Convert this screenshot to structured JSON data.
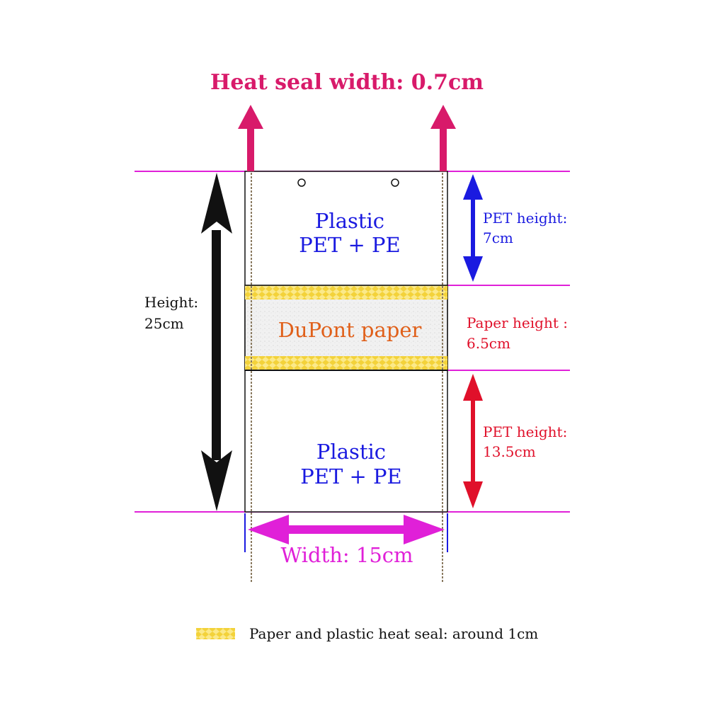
{
  "title": "Heat seal width: 0.7cm",
  "sections": {
    "top_line1": "Plastic",
    "top_line2": "PET + PE",
    "paper": "DuPont paper",
    "bottom_line1": "Plastic",
    "bottom_line2": "PET + PE"
  },
  "labels": {
    "height_line1": "Height:",
    "height_line2": "25cm",
    "pet_top_line1": "PET height:",
    "pet_top_line2": "7cm",
    "paper_line1": "Paper height :",
    "paper_line2": "6.5cm",
    "pet_bottom_line1": "PET height:",
    "pet_bottom_line2": "13.5cm",
    "width": "Width: 15cm"
  },
  "legend": {
    "text": "Paper and plastic heat seal: around 1cm"
  },
  "colors": {
    "magenta": "#e020d8",
    "crimson": "#d81a6a",
    "blue": "#1a1ae0",
    "red": "#e0102a",
    "orange": "#e0601a",
    "yellow": "#f5d84a",
    "black": "#111111",
    "seam": "#8a7a60"
  }
}
